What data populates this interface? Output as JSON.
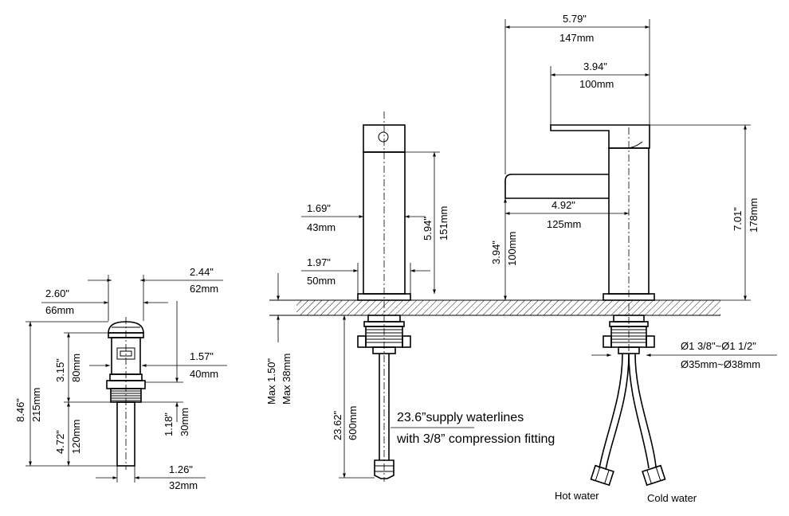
{
  "colors": {
    "line": "#000000",
    "background": "#ffffff"
  },
  "drain": {
    "top_width_in": "2.60\"",
    "top_width_mm": "66mm",
    "body_width_in": "2.44\"",
    "body_width_mm": "62mm",
    "total_height_in": "8.46\"",
    "total_height_mm": "215mm",
    "upper_height_in": "3.15\"",
    "upper_height_mm": "80mm",
    "nut_width_in": "1.57\"",
    "nut_width_mm": "40mm",
    "tail_length_in": "4.72\"",
    "tail_length_mm": "120mm",
    "thread_height_in": "1.18\"",
    "thread_height_mm": "30mm",
    "tail_diameter_in": "1.26\"",
    "tail_diameter_mm": "32mm"
  },
  "side_view": {
    "body_width_in": "1.69\"",
    "body_width_mm": "43mm",
    "base_width_in": "1.97\"",
    "base_width_mm": "50mm",
    "body_height_in": "5.94\"",
    "body_height_mm": "151mm",
    "mount_thickness_in": "Max 1.50\"",
    "mount_thickness_mm": "Max 38mm",
    "hose_length_in": "23.62\"",
    "hose_length_mm": "600mm",
    "note_line1": "23.6”supply waterlines",
    "note_line2": "with 3/8” compression fitting"
  },
  "front_view": {
    "overall_width_in": "5.79\"",
    "overall_width_mm": "147mm",
    "handle_length_in": "3.94\"",
    "handle_length_mm": "100mm",
    "spout_reach_in": "4.92\"",
    "spout_reach_mm": "125mm",
    "spout_height_in": "3.94\"",
    "spout_height_mm": "100mm",
    "total_height_in": "7.01\"",
    "total_height_mm": "178mm",
    "hole_diameter_in": "Ø1 3/8\"~Ø1 1/2\"",
    "hole_diameter_mm": "Ø35mm~Ø38mm",
    "hot_label": "Hot water",
    "cold_label": "Cold water"
  }
}
